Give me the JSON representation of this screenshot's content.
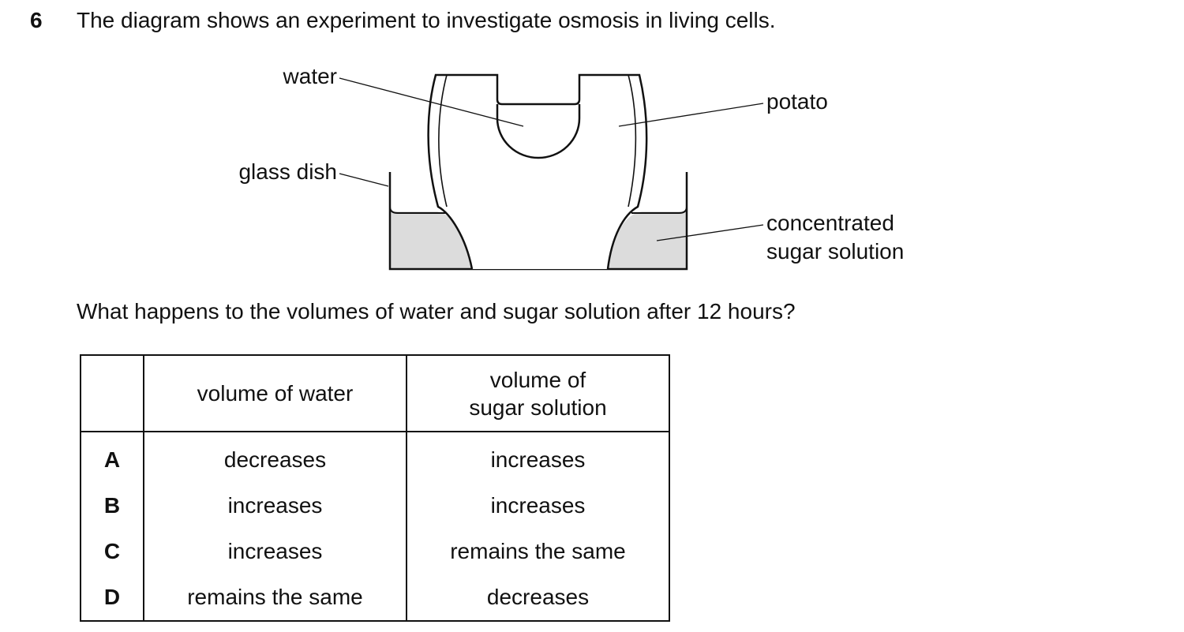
{
  "question": {
    "number": "6",
    "stem": "The diagram shows an experiment to investigate osmosis in living cells.",
    "prompt": "What happens to the volumes of water and sugar solution after 12 hours?"
  },
  "diagram": {
    "labels": {
      "water": "water",
      "glass_dish": "glass dish",
      "potato": "potato",
      "sugar_line1": "concentrated",
      "sugar_line2": "sugar solution"
    },
    "colors": {
      "solution_fill": "#dcdcdc",
      "line": "#111111"
    }
  },
  "table": {
    "headers": {
      "letter": "",
      "water": "volume of water",
      "sugar_line1": "volume of",
      "sugar_line2": "sugar solution"
    },
    "rows": [
      {
        "letter": "A",
        "water": "decreases",
        "sugar": "increases"
      },
      {
        "letter": "B",
        "water": "increases",
        "sugar": "increases"
      },
      {
        "letter": "C",
        "water": "increases",
        "sugar": "remains the same"
      },
      {
        "letter": "D",
        "water": "remains the same",
        "sugar": "decreases"
      }
    ]
  }
}
